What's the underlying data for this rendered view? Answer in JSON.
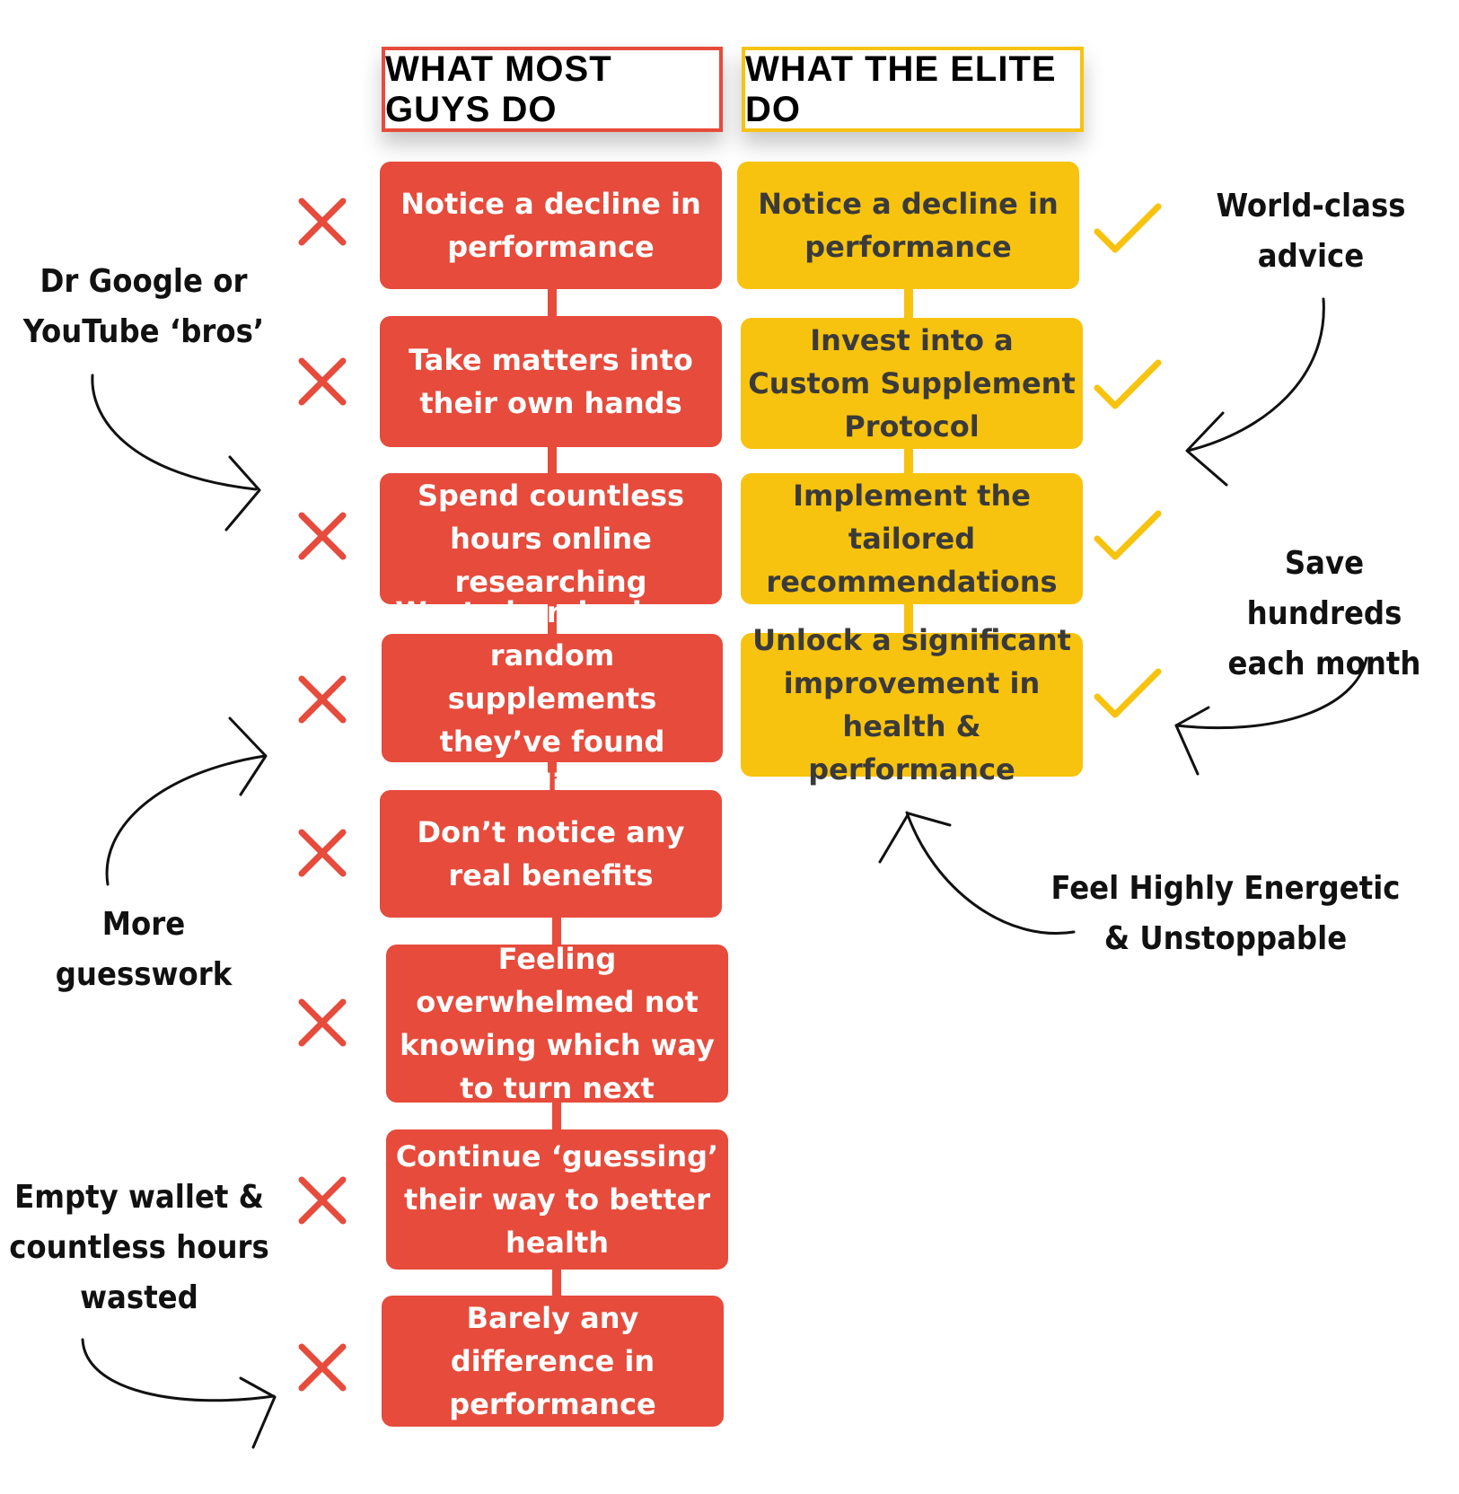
{
  "headers": {
    "left": "WHAT MOST GUYS DO",
    "right": "WHAT THE ELITE DO"
  },
  "left_steps": [
    "Notice a decline in performance",
    "Take matters into their own hands",
    "Spend countless hours online researching",
    "Waste hundreds on random supplements they’ve found online",
    "Don’t notice any real benefits",
    "Feeling overwhelmed not knowing which way to turn next",
    "Continue ‘guessing’ their way to better health",
    "Barely any difference in performance"
  ],
  "right_steps": [
    "Notice a decline in performance",
    "Invest into a Custom Supplement Protocol",
    "Implement the tailored recommendations",
    "Unlock a significant improvement in health & performance"
  ],
  "annotations": {
    "dr_google": "Dr Google or YouTube ‘bros’",
    "more_guesswork": "More guesswork",
    "empty_wallet": "Empty wallet & countless hours wasted",
    "world_class": "World-class advice",
    "save_hundreds": "Save hundreds each month",
    "feel_energetic": "Feel Highly Energetic & Unstoppable"
  },
  "icons": {
    "left_mark": "cross-icon",
    "right_mark": "check-icon"
  },
  "colors": {
    "red": "#e64b3c",
    "yellow": "#f7c30f",
    "dark_text": "#3a3a3a"
  }
}
